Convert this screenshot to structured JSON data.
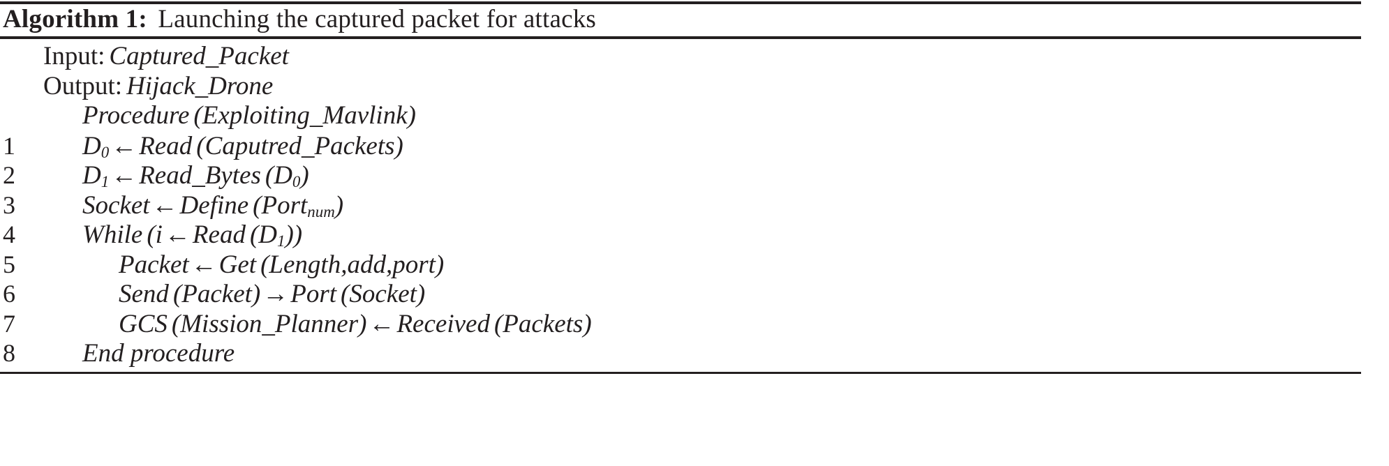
{
  "algorithm": {
    "label": "Algorithm 1:",
    "title": "Launching the captured packet for attacks",
    "io": [
      {
        "keyword": "Input:",
        "value": "Captured_Packet"
      },
      {
        "keyword": "Output:",
        "value": "Hijack_Drone"
      }
    ],
    "procedure_line": {
      "number": "",
      "name": "Procedure",
      "args": "(Exploiting_Mavlink)"
    },
    "steps": [
      {
        "number": "1",
        "indent": 1,
        "text": "D0 ← Read (Caputred_Packets)",
        "parts": {
          "lhs": "D",
          "lhs_sub": "0",
          "arrow": "←",
          "fn": "Read",
          "args": "(Caputred_Packets)"
        }
      },
      {
        "number": "2",
        "indent": 1,
        "text": "D1 ← Read_Bytes (D0)",
        "parts": {
          "lhs": "D",
          "lhs_sub": "1",
          "arrow": "←",
          "fn": "Read_Bytes",
          "args": "(D0)"
        }
      },
      {
        "number": "3",
        "indent": 1,
        "text": "Socket ← Define (Portnum)",
        "parts": {
          "lhs": "Socket",
          "lhs_sub": "",
          "arrow": "←",
          "fn": "Define",
          "args": "(Portnum)"
        }
      },
      {
        "number": "4",
        "indent": 1,
        "text": "While (i ← Read (D1))",
        "parts": {
          "lhs": "While",
          "lhs_sub": "",
          "arrow": "←",
          "fn": "Read",
          "args": "(D1)"
        }
      },
      {
        "number": "5",
        "indent": 2,
        "text": "Packet ← Get (Length, add, port)",
        "parts": {
          "lhs": "Packet",
          "lhs_sub": "",
          "arrow": "←",
          "fn": "Get",
          "args": "(Length,add, port)"
        }
      },
      {
        "number": "6",
        "indent": 2,
        "text": "Send (Packet) → Port (Socket)",
        "parts": {
          "lhs": "Send",
          "lhs_sub": "",
          "arrow": "→",
          "fn": "Port",
          "args": "(Socket)"
        }
      },
      {
        "number": "7",
        "indent": 2,
        "text": "GCS (Mission_Planner) ← Received (Packets)",
        "parts": {
          "lhs": "GCS",
          "lhs_sub": "",
          "arrow": "←",
          "fn": "Received",
          "args": "(Packets)"
        }
      },
      {
        "number": "8",
        "indent": 1,
        "text": "End procedure",
        "parts": {
          "lhs": "End  procedure",
          "lhs_sub": "",
          "arrow": "",
          "fn": "",
          "args": ""
        }
      }
    ],
    "line1": {
      "var": "D",
      "sub": "0",
      "arrow": "←",
      "fn": "Read",
      "open": "(",
      "arg": "Caputred_Packets",
      "close": ")"
    },
    "line2": {
      "var": "D",
      "sub": "1",
      "arrow": "←",
      "fn": "Read_Bytes",
      "open": "(",
      "arg": "D",
      "argsub": "0",
      "close": ")"
    },
    "line3": {
      "var": "Socket",
      "arrow": "←",
      "fn": "Define",
      "open": "(",
      "arg": "Port",
      "argsub": "num",
      "close": ")"
    },
    "line4": {
      "kw": "While",
      "open": "(",
      "var": "i",
      "arrow": "←",
      "fn": "Read",
      "open2": "(",
      "arg": "D",
      "argsub": "1",
      "close": "))"
    },
    "line5": {
      "var": "Packet",
      "arrow": "←",
      "fn": "Get",
      "open": "(",
      "arg1": "Length",
      "comma1": ",",
      "arg2": "add",
      "comma2": ",",
      "arg3": "port",
      "close": ")"
    },
    "line6": {
      "fn1": "Send",
      "open1": "(",
      "arg1": "Packet",
      "close1": ")",
      "arrow": "→",
      "fn2": "Port",
      "open2": "(",
      "arg2": "Socket",
      "close2": ")"
    },
    "line7": {
      "fn1": "GCS",
      "open1": "(",
      "arg1": "Mission_Planner",
      "close1": ")",
      "arrow": "←",
      "fn2": "Received",
      "open2": "(",
      "arg2": "Packets",
      "close2": ")"
    },
    "line8": {
      "text": "End  procedure"
    }
  },
  "colors": {
    "ink": "#231f20",
    "paper": "#ffffff"
  }
}
